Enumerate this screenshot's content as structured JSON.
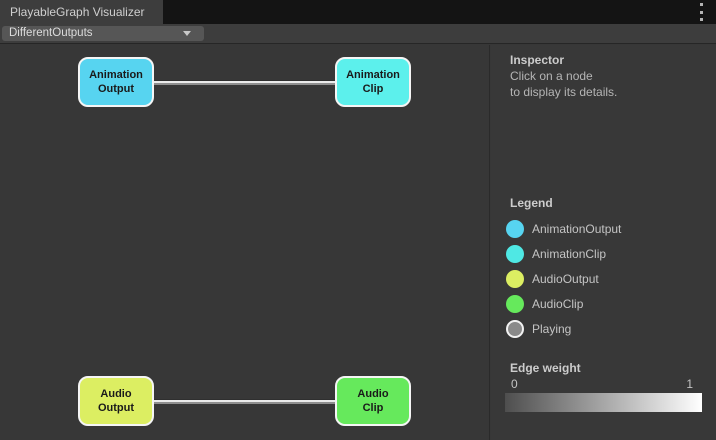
{
  "window": {
    "tab_title": "PlayableGraph Visualizer"
  },
  "toolbar": {
    "graph_dropdown": {
      "selected": "DifferentOutputs"
    }
  },
  "graph": {
    "nodes": [
      {
        "name": "AnimationOutput",
        "label_line1": "Animation",
        "label_line2": "Output",
        "color": "#57d4f0"
      },
      {
        "name": "AnimationClip",
        "label_line1": "Animation",
        "label_line2": "Clip",
        "color": "#5cf0ec"
      },
      {
        "name": "AudioOutput",
        "label_line1": "Audio",
        "label_line2": "Output",
        "color": "#dcee62"
      },
      {
        "name": "AudioClip",
        "label_line1": "Audio",
        "label_line2": "Clip",
        "color": "#66e95c"
      }
    ],
    "edges": [
      {
        "from": "AnimationOutput",
        "to": "AnimationClip",
        "weight": 1
      },
      {
        "from": "AudioOutput",
        "to": "AudioClip",
        "weight": 1
      }
    ]
  },
  "inspector": {
    "title": "Inspector",
    "message_line1": "Click on a node",
    "message_line2": "to display its details."
  },
  "legend": {
    "title": "Legend",
    "items": [
      {
        "label": "AnimationOutput",
        "color": "#57d4f0"
      },
      {
        "label": "AnimationClip",
        "color": "#4fe8e4"
      },
      {
        "label": "AudioOutput",
        "color": "#dcee62"
      },
      {
        "label": "AudioClip",
        "color": "#66e95c"
      },
      {
        "label": "Playing",
        "color": "#8a8a8a",
        "ring_color": "#f2f2f2"
      }
    ]
  },
  "edge_weight": {
    "title": "Edge weight",
    "min": "0",
    "max": "1",
    "gradient_from": "#4e4e4e",
    "gradient_to": "#ffffff"
  }
}
